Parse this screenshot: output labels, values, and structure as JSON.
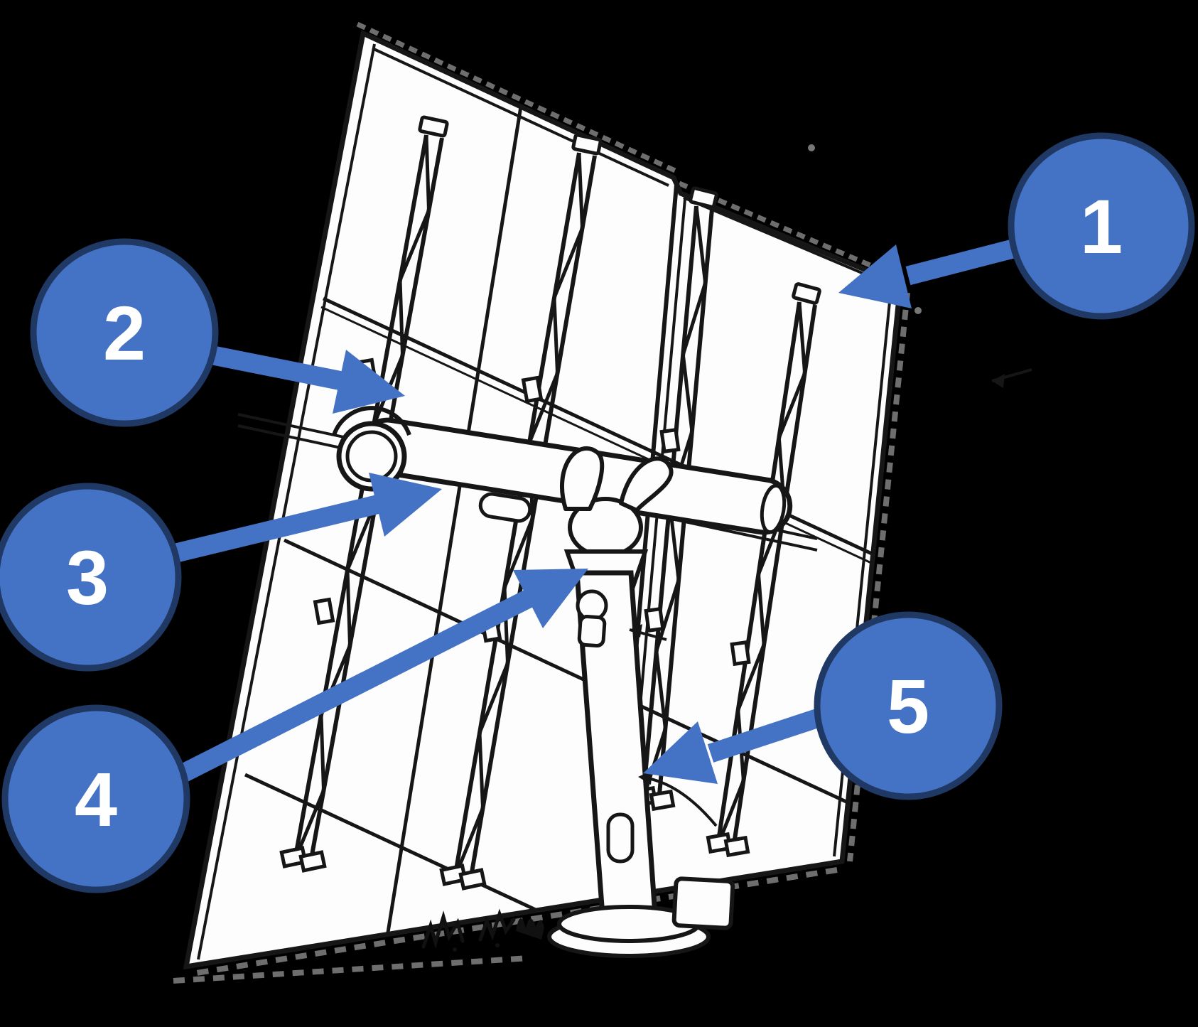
{
  "figure": {
    "title": "Pedestal-mounted solar tracker array line drawing with numbered callouts",
    "background_color": "#000000",
    "line_art": {
      "stroke_color": "#161616",
      "panel_fill": "#fdfdfd",
      "shadow_color": "#6e6e6e"
    }
  },
  "callouts": {
    "style": {
      "circle_fill": "#4472C4",
      "circle_border": "#1F3864",
      "arrow_color": "#4472C4",
      "number_color": "#ffffff"
    },
    "items": [
      {
        "label": "1"
      },
      {
        "label": "2"
      },
      {
        "label": "3"
      },
      {
        "label": "4"
      },
      {
        "label": "5"
      }
    ]
  }
}
